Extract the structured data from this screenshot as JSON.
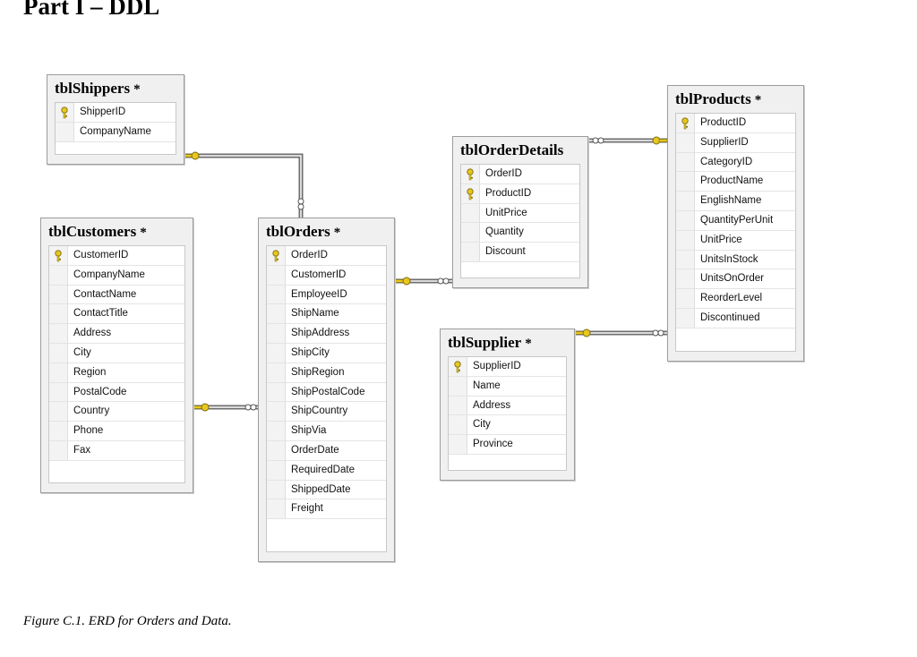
{
  "heading": "Part I – DDL",
  "caption": "Figure C.1. ERD for Orders and Data.",
  "tables": {
    "shippers": {
      "title": "tblShippers",
      "marker": "*",
      "columns": [
        {
          "name": "ShipperID",
          "key": true
        },
        {
          "name": "CompanyName",
          "key": false
        }
      ]
    },
    "customers": {
      "title": "tblCustomers",
      "marker": "*",
      "columns": [
        {
          "name": "CustomerID",
          "key": true
        },
        {
          "name": "CompanyName",
          "key": false
        },
        {
          "name": "ContactName",
          "key": false
        },
        {
          "name": "ContactTitle",
          "key": false
        },
        {
          "name": "Address",
          "key": false
        },
        {
          "name": "City",
          "key": false
        },
        {
          "name": "Region",
          "key": false
        },
        {
          "name": "PostalCode",
          "key": false
        },
        {
          "name": "Country",
          "key": false
        },
        {
          "name": "Phone",
          "key": false
        },
        {
          "name": "Fax",
          "key": false
        }
      ]
    },
    "orders": {
      "title": "tblOrders",
      "marker": "*",
      "columns": [
        {
          "name": "OrderID",
          "key": true
        },
        {
          "name": "CustomerID",
          "key": false
        },
        {
          "name": "EmployeeID",
          "key": false
        },
        {
          "name": "ShipName",
          "key": false
        },
        {
          "name": "ShipAddress",
          "key": false
        },
        {
          "name": "ShipCity",
          "key": false
        },
        {
          "name": "ShipRegion",
          "key": false
        },
        {
          "name": "ShipPostalCode",
          "key": false
        },
        {
          "name": "ShipCountry",
          "key": false
        },
        {
          "name": "ShipVia",
          "key": false
        },
        {
          "name": "OrderDate",
          "key": false
        },
        {
          "name": "RequiredDate",
          "key": false
        },
        {
          "name": "ShippedDate",
          "key": false
        },
        {
          "name": "Freight",
          "key": false
        }
      ]
    },
    "orderdetails": {
      "title": "tblOrderDetails",
      "marker": "",
      "columns": [
        {
          "name": "OrderID",
          "key": true
        },
        {
          "name": "ProductID",
          "key": true
        },
        {
          "name": "UnitPrice",
          "key": false
        },
        {
          "name": "Quantity",
          "key": false
        },
        {
          "name": "Discount",
          "key": false
        }
      ]
    },
    "supplier": {
      "title": "tblSupplier",
      "marker": "*",
      "columns": [
        {
          "name": "SupplierID",
          "key": true
        },
        {
          "name": "Name",
          "key": false
        },
        {
          "name": "Address",
          "key": false
        },
        {
          "name": "City",
          "key": false
        },
        {
          "name": "Province",
          "key": false
        }
      ]
    },
    "products": {
      "title": "tblProducts",
      "marker": "*",
      "columns": [
        {
          "name": "ProductID",
          "key": true
        },
        {
          "name": "SupplierID",
          "key": false
        },
        {
          "name": "CategoryID",
          "key": false
        },
        {
          "name": "ProductName",
          "key": false
        },
        {
          "name": "EnglishName",
          "key": false
        },
        {
          "name": "QuantityPerUnit",
          "key": false
        },
        {
          "name": "UnitPrice",
          "key": false
        },
        {
          "name": "UnitsInStock",
          "key": false
        },
        {
          "name": "UnitsOnOrder",
          "key": false
        },
        {
          "name": "ReorderLevel",
          "key": false
        },
        {
          "name": "Discontinued",
          "key": false
        }
      ]
    }
  },
  "relationships": [
    {
      "one": "tblShippers",
      "many": "tblOrders"
    },
    {
      "one": "tblCustomers",
      "many": "tblOrders"
    },
    {
      "one": "tblOrders",
      "many": "tblOrderDetails"
    },
    {
      "one": "tblProducts",
      "many": "tblOrderDetails"
    },
    {
      "one": "tblSupplier",
      "many": "tblProducts"
    }
  ],
  "colors": {
    "key_icon": "#e8c81e",
    "line": "#6e6e6e",
    "panel": "#f0f0f0"
  },
  "icons": {
    "primary_key": "key-icon",
    "one_end": "key-end-icon",
    "many_end": "infinity-icon"
  }
}
